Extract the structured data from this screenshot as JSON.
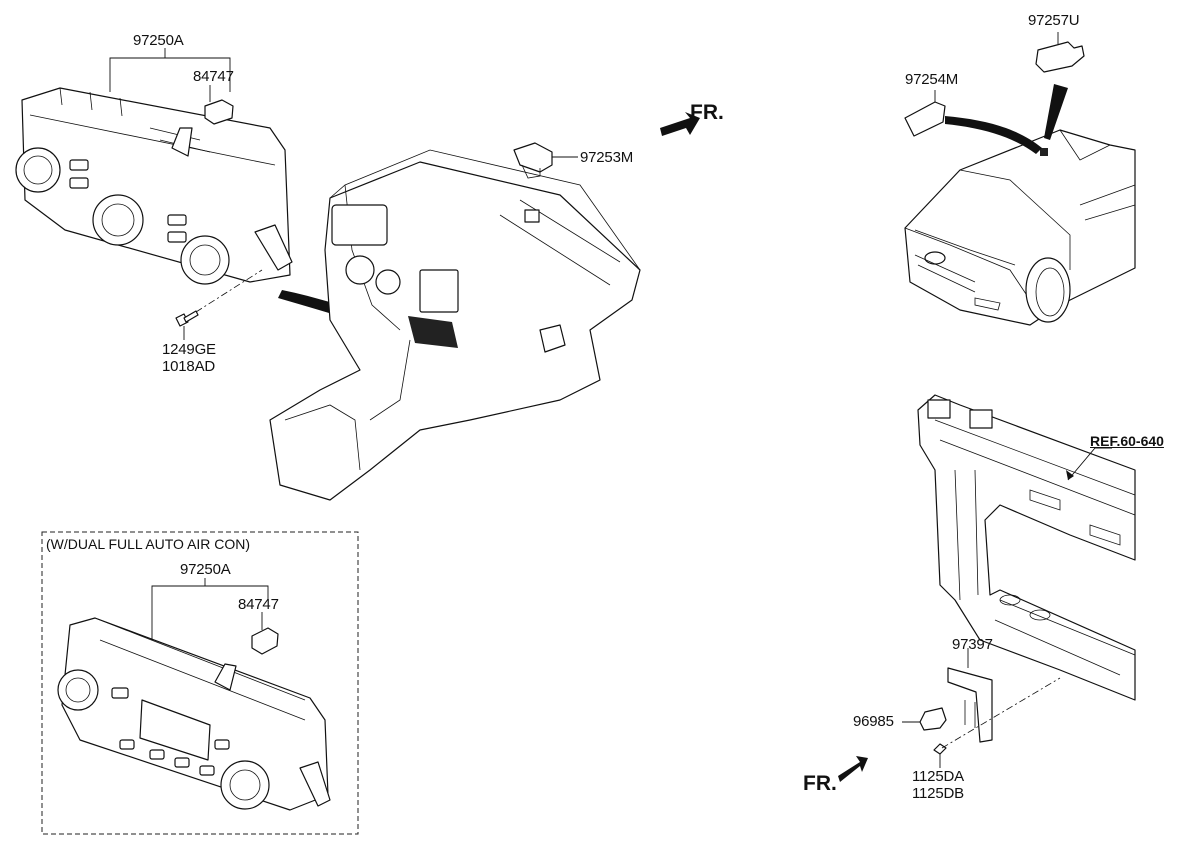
{
  "labels": {
    "control_assy_top": "97250A",
    "sensor_top": "84747",
    "screw_1": "1249GE",
    "screw_2": "1018AD",
    "photo_sensor": "97253M",
    "humidity_sensor_bracket": "97254M",
    "humidity_sensor": "97257U",
    "reference": "REF.60-640",
    "bracket": "97397",
    "ambient_sensor": "96985",
    "bolt_1": "1125DA",
    "bolt_2": "1125DB",
    "control_assy_auto": "97250A",
    "sensor_auto": "84747"
  },
  "front_arrows": {
    "dash": "FR.",
    "sensor": "FR."
  },
  "inset_note": "(W/DUAL FULL AUTO AIR CON)"
}
